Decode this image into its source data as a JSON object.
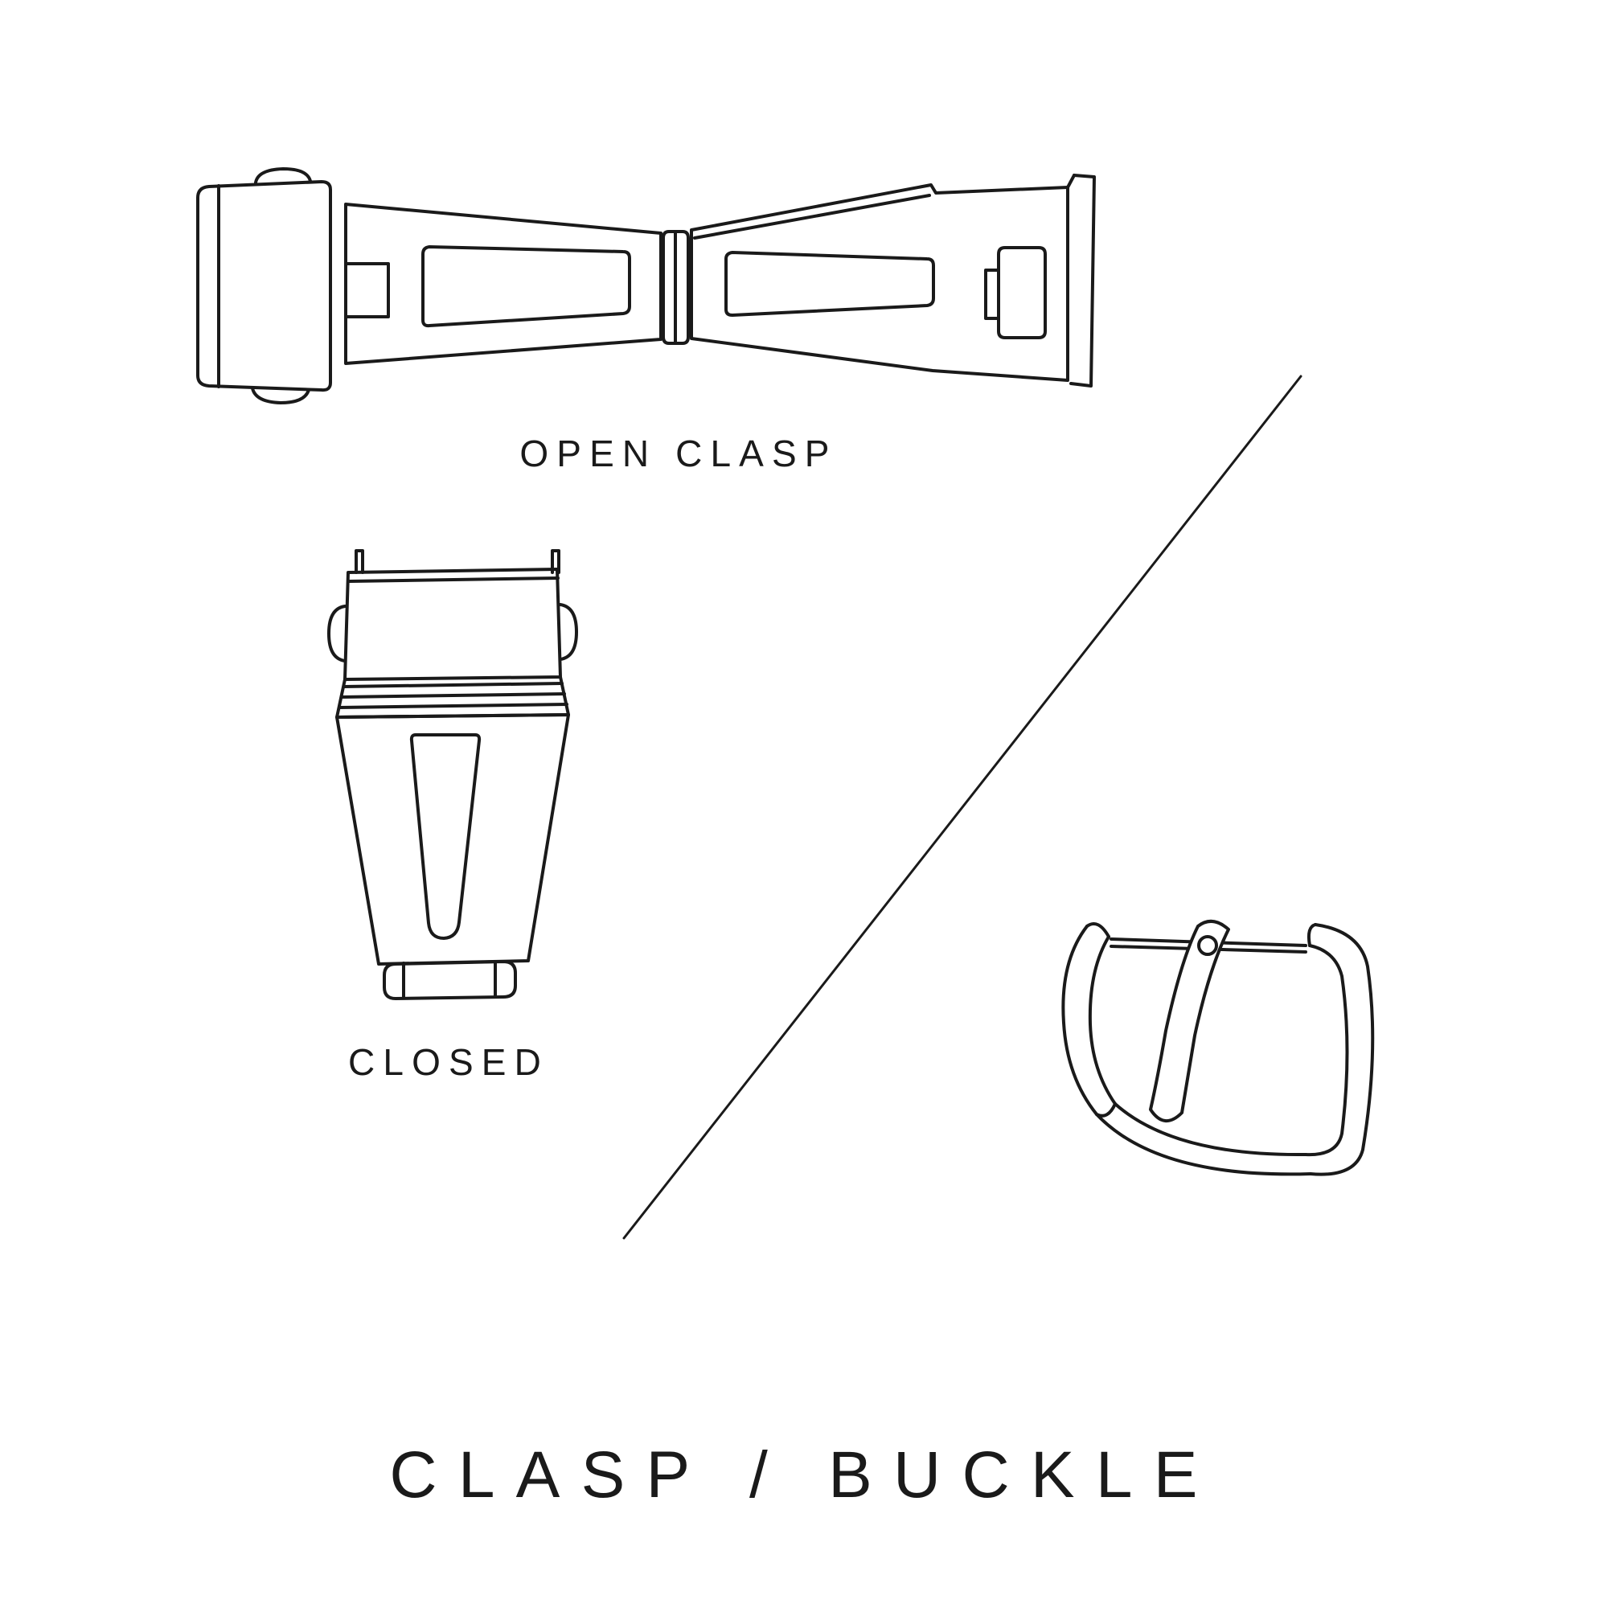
{
  "page": {
    "background": "#ffffff",
    "line_color": "#1a1a1a",
    "title": "CLASP / BUCKLE"
  },
  "figures": {
    "open_clasp": {
      "label": "OPEN CLASP",
      "icon": "open-clasp-line-drawing"
    },
    "closed_clasp": {
      "label": "CLOSED",
      "icon": "closed-clasp-line-drawing"
    },
    "buckle": {
      "icon": "tang-buckle-line-drawing"
    },
    "divider": {
      "icon": "diagonal-divider-line"
    }
  }
}
